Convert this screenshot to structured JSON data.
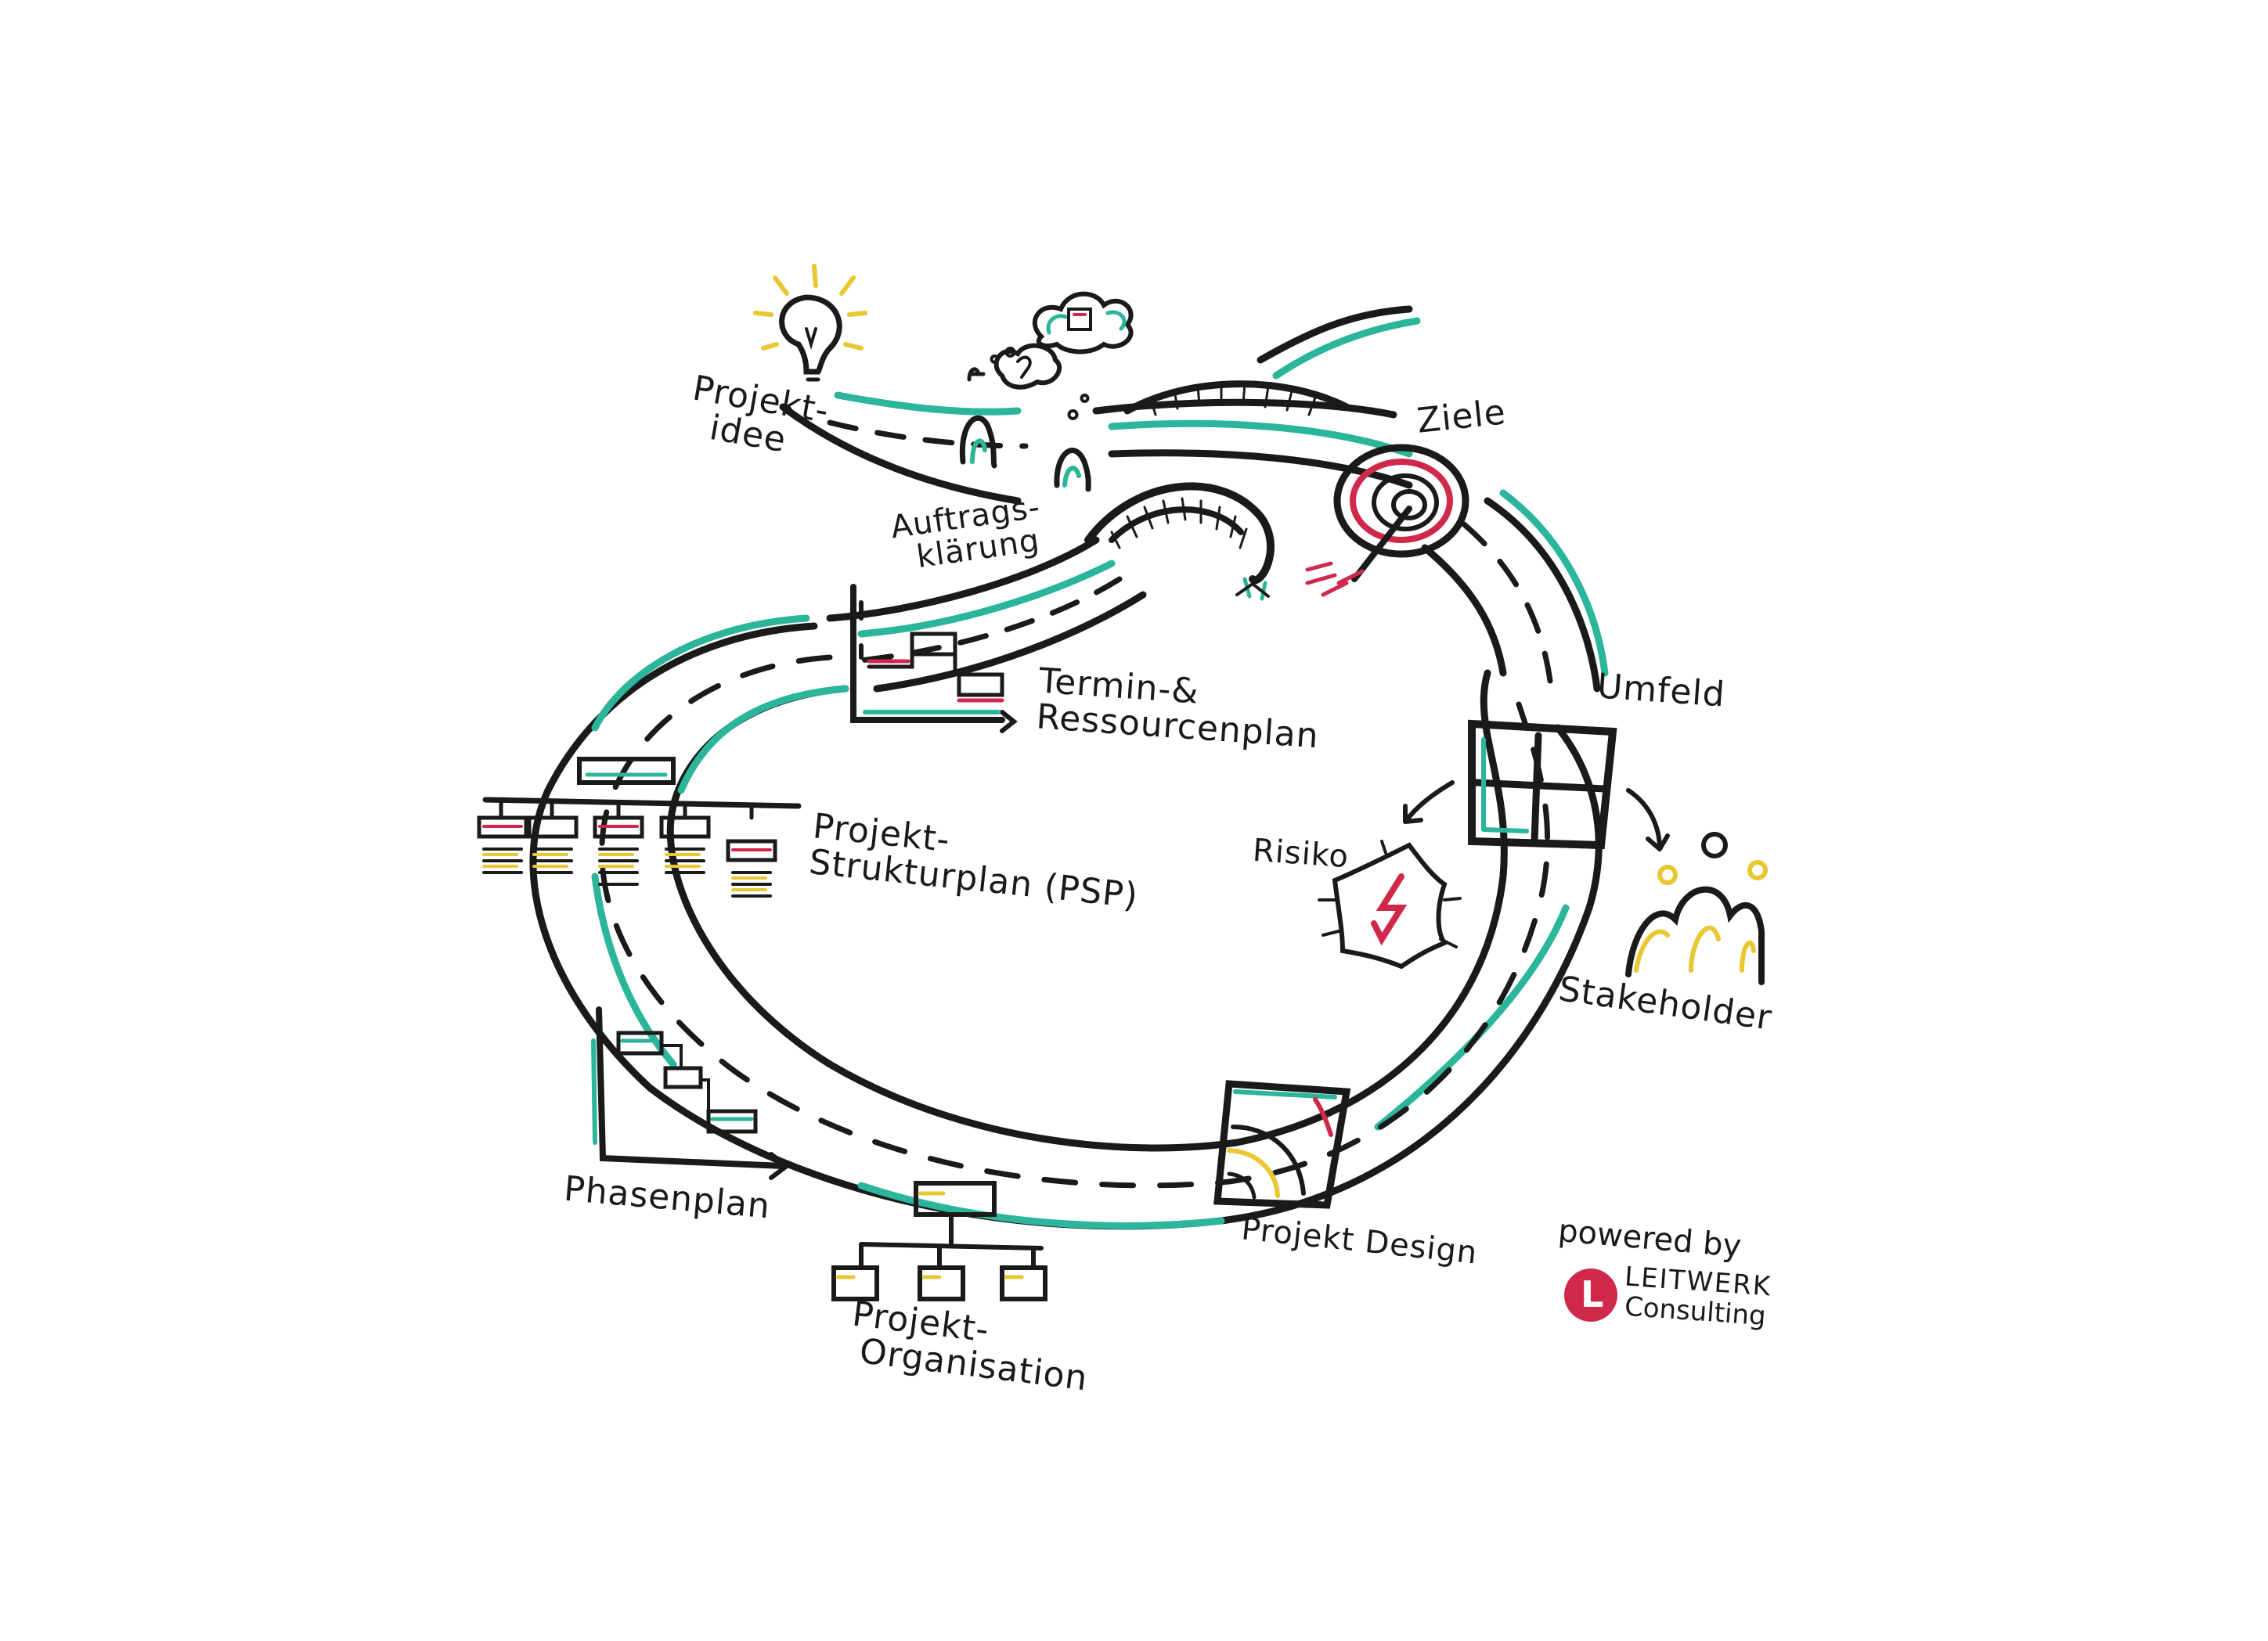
{
  "labels": {
    "projekt_idee": "Projekt-\n  idee",
    "auftragsklaerung": "Auftrags-\n  klärung",
    "ziele": "Ziele",
    "termin_ressourcenplan": "Termin-&\nRessourcenplan",
    "umfeld": "Umfeld",
    "risiko": "Risiko",
    "stakeholder": "Stakeholder",
    "psp": "Projekt-\nStrukturplan (PSP)",
    "phasenplan": "Phasenplan",
    "projekt_design": "Projekt Design",
    "projekt_organisation": "Projekt-\n Organisation"
  },
  "brand": {
    "powered_by": "powered by",
    "logo_letter": "L",
    "name_line1": "LEITWERK",
    "name_line2": "Consulting"
  },
  "colors": {
    "ink": "#1a1a1a",
    "teal": "#2bb59a",
    "red": "#d0284a",
    "yellow": "#e8c732"
  }
}
